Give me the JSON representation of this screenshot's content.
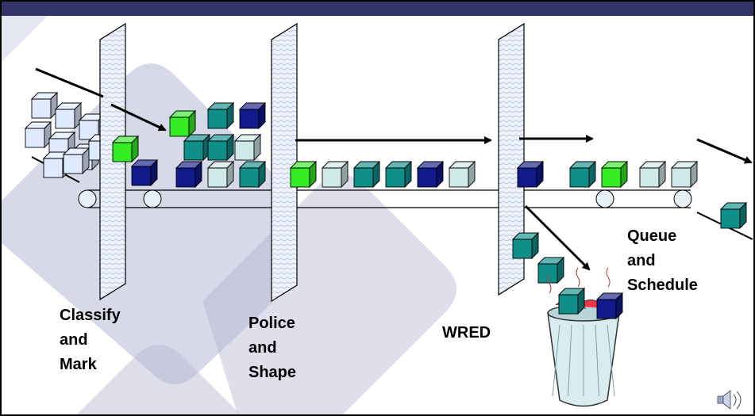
{
  "slide": {
    "colors": {
      "title_bar": "#333366",
      "frame": "#000000",
      "watermark": "#b5b9d3",
      "arrow": "#000000",
      "belt": "#000000"
    },
    "stages": [
      {
        "line1": "Classify",
        "line2": "and",
        "line3": "Mark"
      },
      {
        "line1": "Police",
        "line2": "and",
        "line3": "Shape"
      },
      {
        "line1": "WRED"
      },
      {
        "line1": "Queue",
        "line2": "and",
        "line3": "Schedule"
      }
    ],
    "speaker_icon": "speaker-icon",
    "cube_colors": {
      "light_blue": "#dfe9ff",
      "green": "#33ee22",
      "teal": "#0e8f8a",
      "navy": "#101a8c",
      "pale_teal": "#cfe8e8"
    }
  }
}
